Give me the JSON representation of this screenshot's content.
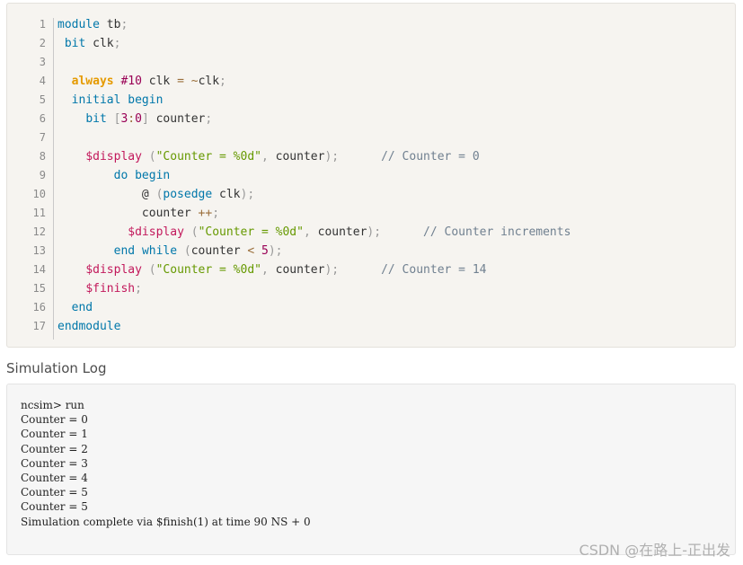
{
  "code": {
    "line_numbers": [
      "1",
      "2",
      "3",
      "4",
      "5",
      "6",
      "7",
      "8",
      "9",
      "10",
      "11",
      "12",
      "13",
      "14",
      "15",
      "16",
      "17"
    ],
    "lines": [
      [
        {
          "t": "module",
          "c": "kw"
        },
        {
          "t": " tb",
          "c": "plain"
        },
        {
          "t": ";",
          "c": "pun"
        }
      ],
      [
        {
          "t": " ",
          "c": "plain"
        },
        {
          "t": "bit",
          "c": "kw"
        },
        {
          "t": " clk",
          "c": "plain"
        },
        {
          "t": ";",
          "c": "pun"
        }
      ],
      [],
      [
        {
          "t": "  ",
          "c": "plain"
        },
        {
          "t": "always",
          "c": "kw2"
        },
        {
          "t": " ",
          "c": "plain"
        },
        {
          "t": "#10",
          "c": "num"
        },
        {
          "t": " clk ",
          "c": "plain"
        },
        {
          "t": "=",
          "c": "op"
        },
        {
          "t": " ",
          "c": "plain"
        },
        {
          "t": "~",
          "c": "op"
        },
        {
          "t": "clk",
          "c": "plain"
        },
        {
          "t": ";",
          "c": "pun"
        }
      ],
      [
        {
          "t": "  ",
          "c": "plain"
        },
        {
          "t": "initial",
          "c": "kw"
        },
        {
          "t": " ",
          "c": "plain"
        },
        {
          "t": "begin",
          "c": "kw"
        }
      ],
      [
        {
          "t": "    ",
          "c": "plain"
        },
        {
          "t": "bit",
          "c": "kw"
        },
        {
          "t": " ",
          "c": "plain"
        },
        {
          "t": "[",
          "c": "pun"
        },
        {
          "t": "3",
          "c": "num"
        },
        {
          "t": ":",
          "c": "op"
        },
        {
          "t": "0",
          "c": "num"
        },
        {
          "t": "]",
          "c": "pun"
        },
        {
          "t": " counter",
          "c": "plain"
        },
        {
          "t": ";",
          "c": "pun"
        }
      ],
      [],
      [
        {
          "t": "    ",
          "c": "plain"
        },
        {
          "t": "$display",
          "c": "sys"
        },
        {
          "t": " ",
          "c": "plain"
        },
        {
          "t": "(",
          "c": "pun"
        },
        {
          "t": "\"Counter = %0d\"",
          "c": "str"
        },
        {
          "t": ",",
          "c": "pun"
        },
        {
          "t": " counter",
          "c": "plain"
        },
        {
          "t": ")",
          "c": "pun"
        },
        {
          "t": ";",
          "c": "pun"
        },
        {
          "t": "      ",
          "c": "plain"
        },
        {
          "t": "// Counter = 0",
          "c": "com"
        }
      ],
      [
        {
          "t": "        ",
          "c": "plain"
        },
        {
          "t": "do",
          "c": "kw"
        },
        {
          "t": " ",
          "c": "plain"
        },
        {
          "t": "begin",
          "c": "kw"
        }
      ],
      [
        {
          "t": "            ",
          "c": "plain"
        },
        {
          "t": "@",
          "c": "plain"
        },
        {
          "t": " ",
          "c": "plain"
        },
        {
          "t": "(",
          "c": "pun"
        },
        {
          "t": "posedge",
          "c": "kw"
        },
        {
          "t": " clk",
          "c": "plain"
        },
        {
          "t": ")",
          "c": "pun"
        },
        {
          "t": ";",
          "c": "pun"
        }
      ],
      [
        {
          "t": "            counter ",
          "c": "plain"
        },
        {
          "t": "++",
          "c": "op"
        },
        {
          "t": ";",
          "c": "pun"
        }
      ],
      [
        {
          "t": "          ",
          "c": "plain"
        },
        {
          "t": "$display",
          "c": "sys"
        },
        {
          "t": " ",
          "c": "plain"
        },
        {
          "t": "(",
          "c": "pun"
        },
        {
          "t": "\"Counter = %0d\"",
          "c": "str"
        },
        {
          "t": ",",
          "c": "pun"
        },
        {
          "t": " counter",
          "c": "plain"
        },
        {
          "t": ")",
          "c": "pun"
        },
        {
          "t": ";",
          "c": "pun"
        },
        {
          "t": "      ",
          "c": "plain"
        },
        {
          "t": "// Counter increments",
          "c": "com"
        }
      ],
      [
        {
          "t": "        ",
          "c": "plain"
        },
        {
          "t": "end",
          "c": "kw"
        },
        {
          "t": " ",
          "c": "plain"
        },
        {
          "t": "while",
          "c": "kw"
        },
        {
          "t": " ",
          "c": "plain"
        },
        {
          "t": "(",
          "c": "pun"
        },
        {
          "t": "counter ",
          "c": "plain"
        },
        {
          "t": "<",
          "c": "op"
        },
        {
          "t": " ",
          "c": "plain"
        },
        {
          "t": "5",
          "c": "num"
        },
        {
          "t": ")",
          "c": "pun"
        },
        {
          "t": ";",
          "c": "pun"
        }
      ],
      [
        {
          "t": "    ",
          "c": "plain"
        },
        {
          "t": "$display",
          "c": "sys"
        },
        {
          "t": " ",
          "c": "plain"
        },
        {
          "t": "(",
          "c": "pun"
        },
        {
          "t": "\"Counter = %0d\"",
          "c": "str"
        },
        {
          "t": ",",
          "c": "pun"
        },
        {
          "t": " counter",
          "c": "plain"
        },
        {
          "t": ")",
          "c": "pun"
        },
        {
          "t": ";",
          "c": "pun"
        },
        {
          "t": "      ",
          "c": "plain"
        },
        {
          "t": "// Counter = 14",
          "c": "com"
        }
      ],
      [
        {
          "t": "    ",
          "c": "plain"
        },
        {
          "t": "$finish",
          "c": "sys"
        },
        {
          "t": ";",
          "c": "pun"
        }
      ],
      [
        {
          "t": "  ",
          "c": "plain"
        },
        {
          "t": "end",
          "c": "kw"
        }
      ],
      [
        {
          "t": "endmodule",
          "c": "kw"
        }
      ]
    ]
  },
  "log": {
    "title": "Simulation Log",
    "lines": [
      "ncsim> run",
      "Counter = 0",
      "Counter = 1",
      "Counter = 2",
      "Counter = 3",
      "Counter = 4",
      "Counter = 5",
      "Counter = 5",
      "Simulation complete via $finish(1) at time 90 NS + 0"
    ]
  },
  "watermark": "CSDN @在路上-正出发"
}
